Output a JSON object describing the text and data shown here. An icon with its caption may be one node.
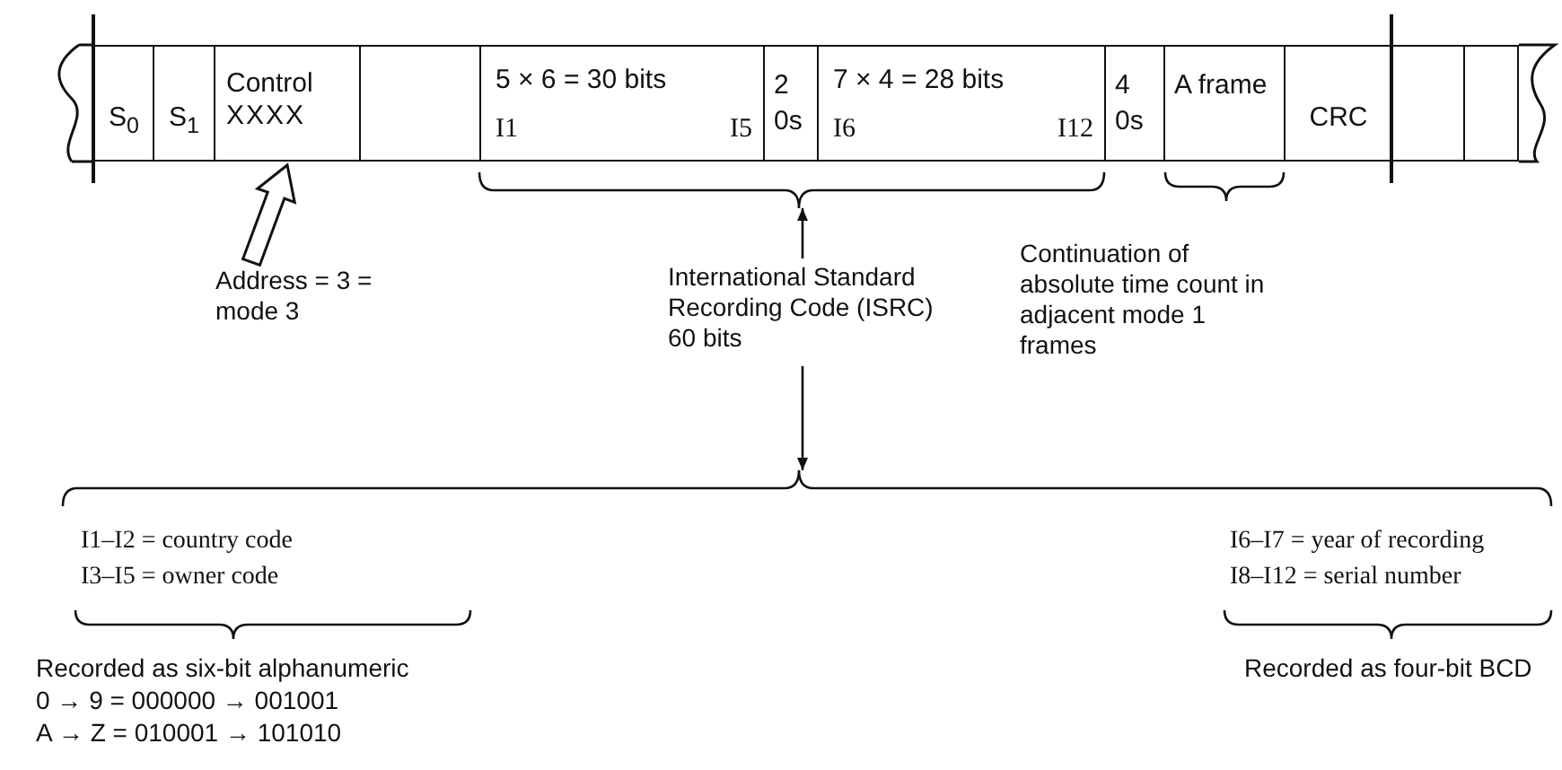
{
  "diagram": {
    "nodes": [
      {
        "text": [
          "S$_{0}$"
        ]
      },
      {
        "text": [
          "S$_{1}$"
        ]
      },
      {
        "text": [
          "Control",
          "XXXX"
        ]
      },
      {
        "text": [],
        "shape": "box"
      },
      {
        "text": [
          "5 × 6 = 30 bits",
          "I1",
          "I5"
        ]
      },
      {
        "text": [
          "2 0s"
        ]
      },
      {
        "text": [
          "7 × 4 = 28 bits",
          "I6",
          "I12"
        ]
      },
      {
        "text": [
          "4 0s"
        ]
      },
      {
        "text": [
          "A frame"
        ]
      },
      {
        "text": [
          "CRC"
        ]
      },
      {
        "text": [],
        "shape": "box"
      },
      {
        "text": [],
        "shape": "box"
      },
      {
        "text": [
          "Address = 3 = mode 3"
        ]
      },
      {
        "text": [
          "International Standard Recording Code (ISRC) 60 bits"
        ]
      },
      {
        "text": [],
        "shape": "brace"
      },
      {
        "text": [],
        "shape": "brace"
      }
    ],
    "edges": [
      {
        "from": 12,
        "to": 2,
        "arrow": "to"
      },
      {
        "from": 13,
        "to": 14,
        "arrow": "to"
      },
      {
        "from": 13,
        "to": 15,
        "arrow": "to"
      }
    ],
    "labels": [
      "Continuation of absolute time count in adjacent mode 1 frames",
      "I1–I2 = country code",
      "I6–I7 = year of recording",
      "I3–I5 = owner code",
      "I8–I12 = serial number",
      "Recorded as six-bit alphanumeric",
      "Recorded as four-bit BCD",
      "0 → 9 = 000000 → 001001",
      "A → Z = 010001 → 101010"
    ]
  }
}
